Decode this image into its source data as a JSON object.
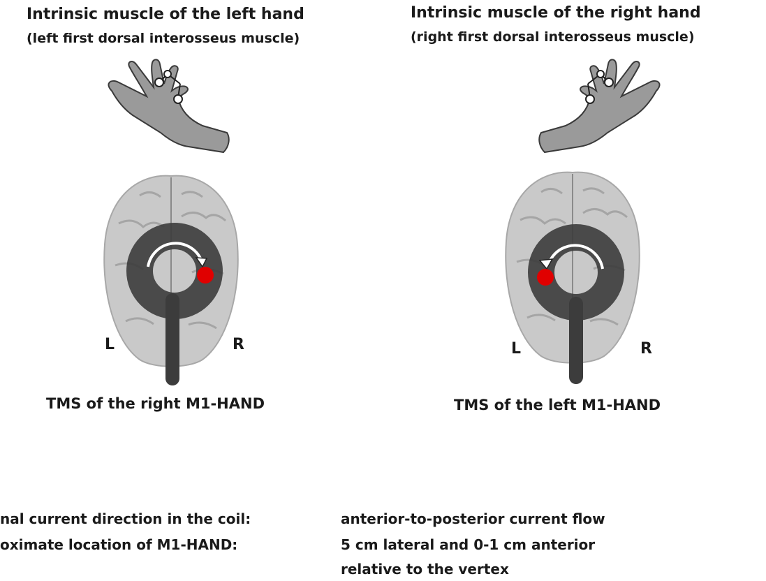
{
  "left_panel": {
    "title": "Intrinsic muscle of the left hand",
    "subtitle": "(left first dorsal interosseus muscle)",
    "side_left": "L",
    "side_right": "R",
    "caption": "TMS of the right M1-HAND"
  },
  "right_panel": {
    "title": "Intrinsic muscle of the right hand",
    "subtitle": "(right first dorsal interosseus muscle)",
    "side_left": "L",
    "side_right": "R",
    "caption": "TMS of the left M1-HAND"
  },
  "legend": {
    "row1_label": "nal current direction in the coil:",
    "row1_value": "anterior-to-posterior current flow",
    "row2_label": "oximate location of  M1-HAND:",
    "row2_value": "5 cm lateral and 0-1 cm anterior",
    "row3_value": "relative to the vertex"
  },
  "colors": {
    "brain": "#c9c9c9",
    "hand": "#9a9a9a",
    "coil": "#3c3c3c",
    "target": "#e00000"
  }
}
